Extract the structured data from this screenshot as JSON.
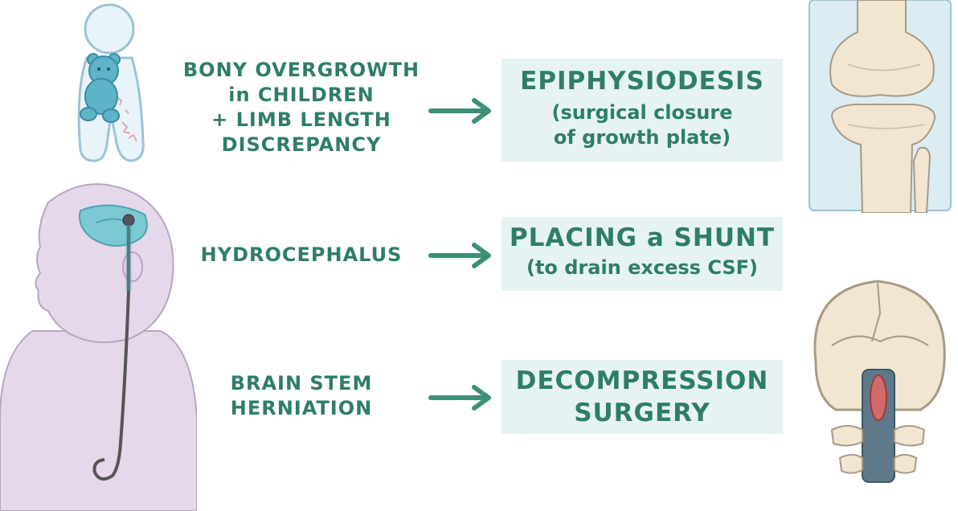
{
  "rows": [
    {
      "condition_lines": [
        "BONY OVERGROWTH",
        "in CHILDREN",
        "+ LIMB LENGTH",
        "DISCREPANCY"
      ],
      "treatment_main_lines": [
        "EPIPHYSIODESIS"
      ],
      "treatment_sub_lines": [
        "(surgical closure",
        "of growth plate)"
      ]
    },
    {
      "condition_lines": [
        "HYDROCEPHALUS"
      ],
      "treatment_main_lines": [
        "PLACING a SHUNT"
      ],
      "treatment_sub_lines": [
        "(to drain excess CSF)"
      ]
    },
    {
      "condition_lines": [
        "BRAIN STEM",
        "HERNIATION"
      ],
      "treatment_main_lines": [
        "DECOMPRESSION",
        "SURGERY"
      ],
      "treatment_sub_lines": []
    }
  ],
  "colors": {
    "text_teal": "#2e7d6a",
    "box_bg": "#e6f3f2",
    "arrow": "#3e8e78",
    "body_lavender": "#e5d8ea",
    "outline_purple": "#b7a6c3",
    "brain_blue": "#7cc9d3",
    "bone_cream": "#f2e6d2",
    "bone_outline": "#a89a86",
    "bg_light_blue": "#dcecf3"
  },
  "icons": [
    "child-with-teddy-bear-icon",
    "infant-with-shunt-icon",
    "knee-bones-icon",
    "skull-base-icon",
    "right-arrow-icon"
  ]
}
